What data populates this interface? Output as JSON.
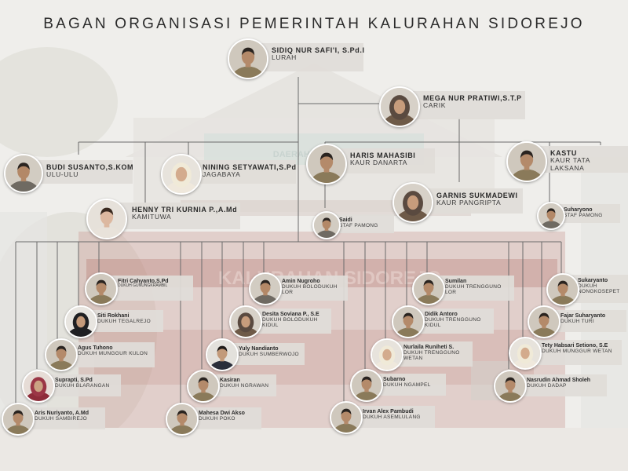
{
  "title": "BAGAN ORGANISASI PEMERINTAH KALURAHAN SIDOREJO",
  "background_text": {
    "daerah": "DAERAH ISTIMEWA",
    "kalurahan": "KALURAHAN SIDOREJO"
  },
  "colors": {
    "title": "#2b2b2b",
    "line": "#6b6b6b",
    "plate": "#e0ddd8",
    "bg_banner": "#9c4a43"
  },
  "officials": {
    "lurah": {
      "name": "SIDIQ NUR SAFI'I, S.Pd.I",
      "role": "LURAH"
    },
    "carik": {
      "name": "MEGA NUR PRATIWI,S.T.P",
      "role": "CARIK"
    },
    "ulu_ulu": {
      "name": "BUDI SUSANTO,S.KOM",
      "role": "ULU-ULU"
    },
    "jagabaya": {
      "name": "NINING SETYAWATI,S.Pd",
      "role": "JAGABAYA"
    },
    "kamituwa": {
      "name": "HENNY TRI KURNIA P.,A.Md",
      "role": "KAMITUWA"
    },
    "danarta": {
      "name": "HARIS MAHASIBI",
      "role": "KAUR DANARTA"
    },
    "pangripta": {
      "name": "GARNIS SUKMADEWI",
      "role": "KAUR PANGRIPTA"
    },
    "tata_laksana": {
      "name": "KASTU",
      "role": "KAUR TATA LAKSANA"
    },
    "staf_saidi": {
      "name": "Saidi",
      "role": "STAF PAMONG"
    },
    "staf_suharyono": {
      "name": "Suharyono",
      "role": "STAF PAMONG"
    }
  },
  "dukuh": [
    {
      "id": "fitri",
      "name": "Fitri Cahyanto,S.Pd",
      "role": "DUKUH GUNUNGKRAMBIL"
    },
    {
      "id": "siti",
      "name": "Siti Rokhani",
      "role": "DUKUH TEGALREJO"
    },
    {
      "id": "agus",
      "name": "Agus Tuhono",
      "role": "DUKUH MUNGGUR KULON"
    },
    {
      "id": "suprapti",
      "name": "Suprapti, S.Pd",
      "role": "DUKUH BLARANGAN"
    },
    {
      "id": "aris",
      "name": "Aris Nuriyanto, A.Md",
      "role": "DUKUH SAMBIREJO"
    },
    {
      "id": "mahesa",
      "name": "Mahesa Dwi Akso",
      "role": "DUKUH POKO"
    },
    {
      "id": "kasiran",
      "name": "Kasiran",
      "role": "DUKUH NGRAWAN"
    },
    {
      "id": "yuly",
      "name": "Yuly Nandianto",
      "role": "DUKUH SUMBERWOJO"
    },
    {
      "id": "desita",
      "name": "Desita Soviana P., S.E",
      "role": "DUKUH BOLODUKUH KIDUL"
    },
    {
      "id": "amin",
      "name": "Amin Nugroho",
      "role": "DUKUH BOLODUKUH LOR"
    },
    {
      "id": "irvan",
      "name": "Irvan Alex Pambudi",
      "role": "DUKUH ASEMLULANG"
    },
    {
      "id": "subarno",
      "name": "Subarno",
      "role": "DUKUH NGAMPEL"
    },
    {
      "id": "nurlaila",
      "name": "Nurlaila Runiheti S.",
      "role": "DUKUH TRENGGUNO WETAN"
    },
    {
      "id": "didik",
      "name": "Didik Antoro",
      "role": "DUKUH TRENGGUNO KIDUL"
    },
    {
      "id": "sumilan",
      "name": "Sumilan",
      "role": "DUKUH TRENGGUNO LOR"
    },
    {
      "id": "nasrudin",
      "name": "Nasrudin Ahmad Sholeh",
      "role": "DUKUH DADAP"
    },
    {
      "id": "tety",
      "name": "Tety Habsari Setiono, S.E",
      "role": "DUKUH MUNGGUR WETAN"
    },
    {
      "id": "fajar",
      "name": "Fajar Suharyanto",
      "role": "DUKUH TURI"
    },
    {
      "id": "sukaryanto",
      "name": "Sukaryanto",
      "role": "DUKUH NONGKOSEPET"
    }
  ]
}
